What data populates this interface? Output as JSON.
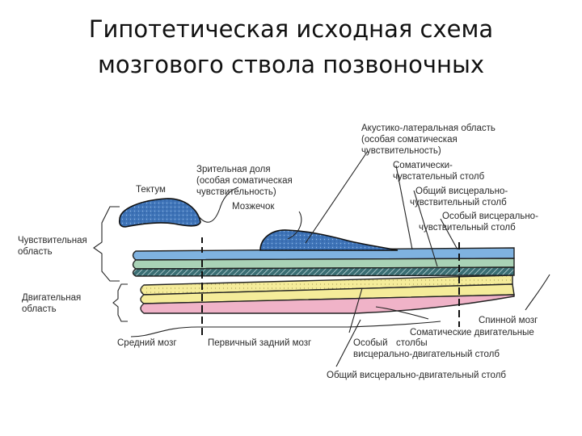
{
  "slide": {
    "title_line1": "Гипотетическая исходная схема",
    "title_line2": "мозгового ствола позвоночных"
  },
  "labels": {
    "tectum": "Тектум",
    "visual_lobe": [
      "Зрительная доля",
      "(особая соматическая",
      "чувствительность)"
    ],
    "cerebellum": "Мозжечок",
    "acoustic_lateral": [
      "Акустико-латеральная область",
      "(особая соматическая",
      "чувствительность)"
    ],
    "somatic_sensory": [
      "Соматически-",
      "чувстательный столб"
    ],
    "general_visceral_sensory": [
      "Общий висцерально-",
      "чувствительный столб"
    ],
    "special_visceral_sensory": [
      "Особый висцерально-",
      "чувствительный столб"
    ],
    "sensory_area": [
      "Чувствительная",
      "область"
    ],
    "motor_area": [
      "Двигательная",
      "область"
    ],
    "spinal_cord": "Спинной мозг",
    "somatic_motor": [
      "Соматические двигательные",
      "столбы"
    ],
    "special_visceral_motor": [
      "Особый",
      "висцерально-двигательный столб"
    ],
    "general_visceral_motor": "Общий висцерально-двигательный столб",
    "midbrain": "Средний мозг",
    "hindbrain": "Первичный задний мозг"
  },
  "colors": {
    "blue_column": "#7fb2e0",
    "green_column": "#a9d2b6",
    "dark_column": "#3a6e73",
    "yellow_column": "#f5ec9a",
    "pink_column": "#f0b3c8",
    "lobe_fill": "#3f74b8",
    "line": "#222222"
  }
}
